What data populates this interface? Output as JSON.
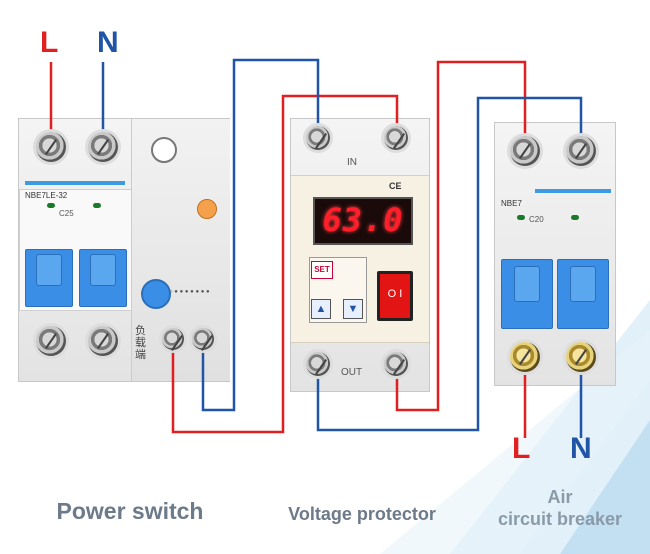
{
  "labels": {
    "left_L": "L",
    "left_N": "N",
    "right_L": "L",
    "right_N": "N"
  },
  "power_switch": {
    "model": "NBE7LE-32",
    "rating": "C25",
    "panel_text": "负载端",
    "caption": "Power switch"
  },
  "voltage_protector": {
    "in_label": "IN",
    "out_label": "OUT",
    "ce_mark": "CE",
    "display_value": "63.0",
    "set_button": "SET",
    "up_button": "▲",
    "down_button": "▼",
    "rocker_labels": "O I",
    "caption": "Voltage protector"
  },
  "air_breaker": {
    "model": "NBE7",
    "rating": "C20",
    "caption_line1": "Air",
    "caption_line2": "circuit breaker"
  },
  "colors": {
    "line_wire": "#e02020",
    "neutral_wire": "#1f54a6",
    "lever_blue": "#3a8ee6",
    "caption_gray": "#6c7a89"
  }
}
